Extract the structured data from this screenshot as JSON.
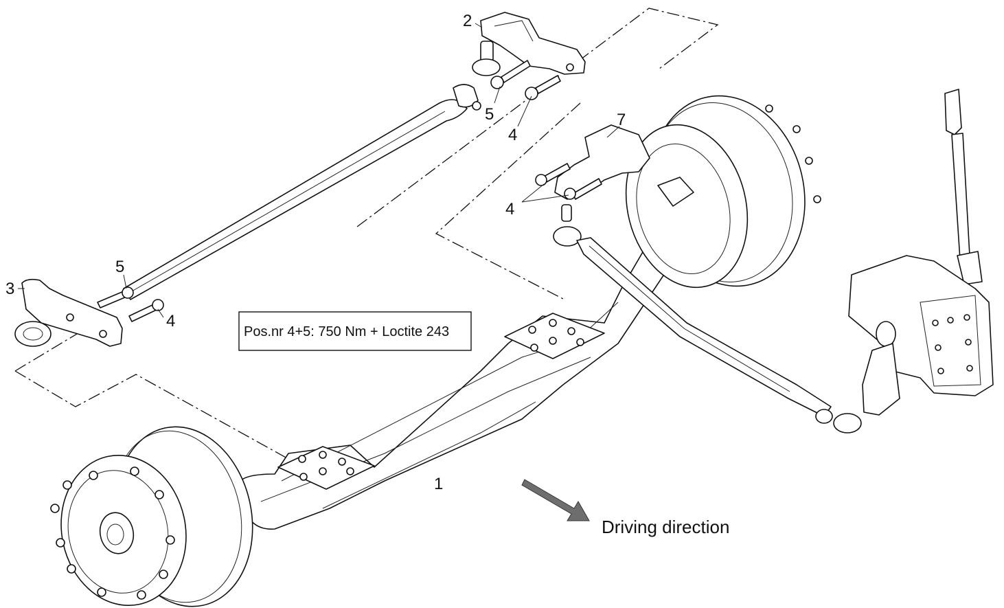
{
  "diagram": {
    "callouts": {
      "p1": "1",
      "p2": "2",
      "p3": "3",
      "p4_top": "4",
      "p4_mid": "4",
      "p4_left": "4",
      "p5_top": "5",
      "p5_left": "5",
      "p7": "7"
    },
    "note": "Pos.nr 4+5: 750 Nm + Loctite 243",
    "direction_label": "Driving direction",
    "arrow_color": "#6e6e6e"
  }
}
